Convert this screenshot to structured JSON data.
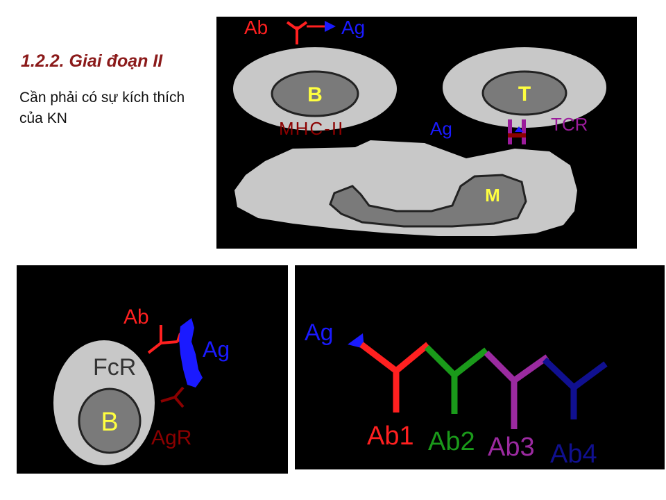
{
  "slide": {
    "title": "1.2.2. Giai đoạn II",
    "body": "Cần phải có sự kích thích của KN"
  },
  "diagram_top": {
    "ab_label": "Ab",
    "ag_label_top": "Ag",
    "b_cell": "B",
    "t_cell": "T",
    "mhc_label": "MHC-II",
    "ag_label_mid": "Ag",
    "tcr_label": "TCR",
    "macrophage": "M"
  },
  "diagram_left": {
    "ab_label": "Ab",
    "ag_label": "Ag",
    "fcr_label": "FcR",
    "b_cell": "B",
    "agr_label": "AgR"
  },
  "diagram_right": {
    "ag_label": "Ag",
    "ab1": "Ab1",
    "ab2": "Ab2",
    "ab3": "Ab3",
    "ab4": "Ab4"
  },
  "colors": {
    "title": "#8b1a1a",
    "antibody_red": "#ff2020",
    "antigen_blue": "#1a1aff",
    "mhc_darkred": "#8b0000",
    "tcr_purple": "#9b1b9b",
    "ab2_green": "#1a9a1a",
    "ab3_purple": "#9b2aa0",
    "ab4_navy": "#101090",
    "cell_yellow": "#ffff40"
  }
}
